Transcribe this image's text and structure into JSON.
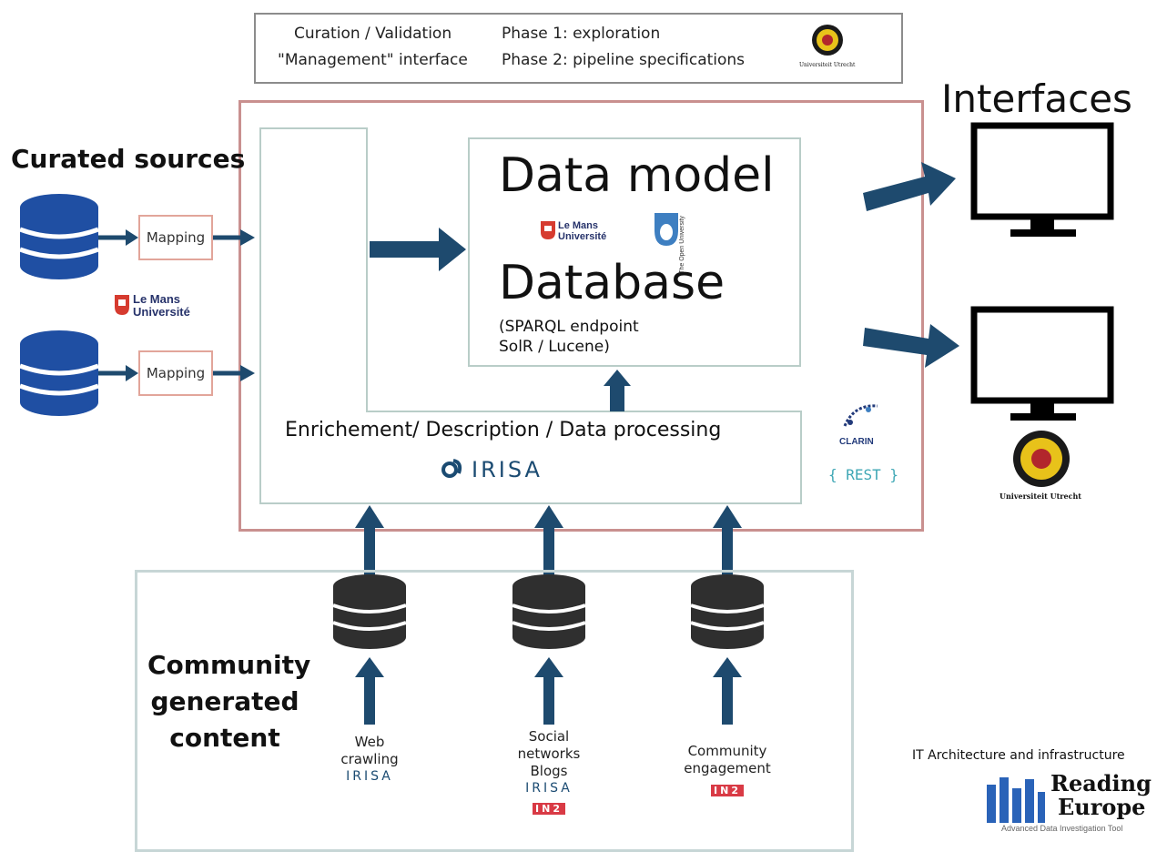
{
  "management": {
    "line1_left": "Curation / Validation",
    "line2_left": "\"Management\" interface",
    "line1_right": "Phase 1: exploration",
    "line2_right": "Phase 2: pipeline specifications",
    "seal_text": "Universiteit Utrecht"
  },
  "curated": {
    "title": "Curated sources",
    "mapping1": "Mapping",
    "mapping2": "Mapping",
    "lemans_line1": "Le Mans",
    "lemans_line2": "Université"
  },
  "datamodel": {
    "title": "Data model",
    "database": "Database",
    "endpoint_line1": "(SPARQL endpoint",
    "endpoint_line2": "SolR / Lucene)",
    "lemans_line1": "Le Mans",
    "lemans_line2": "Université",
    "open_univ": "The Open University"
  },
  "enrichment": {
    "label": "Enrichement/ Description / Data processing",
    "irisa": "IRISA",
    "clarin": "CLARIN",
    "rest": "{ REST }"
  },
  "interfaces": {
    "title": "Interfaces",
    "seal_text": "Universiteit Utrecht"
  },
  "community": {
    "title_line1": "Community",
    "title_line2": "generated",
    "title_line3": "content",
    "sources": [
      {
        "line1": "Web",
        "line2": "crawling",
        "line3": "",
        "irisa": "IRISA",
        "in2": ""
      },
      {
        "line1": "Social",
        "line2": "networks",
        "line3": "Blogs",
        "irisa": "IRISA",
        "in2": "IN2"
      },
      {
        "line1": "Community",
        "line2": "engagement",
        "line3": "",
        "irisa": "",
        "in2": "IN2"
      }
    ]
  },
  "footer": {
    "caption": "IT Architecture and infrastructure",
    "brand_line1": "Reading",
    "brand_line2": "Europe",
    "tagline": "Advanced Data Investigation Tool"
  },
  "colors": {
    "arrow": "#1e4a6e",
    "db_blue": "#1f4fa3",
    "db_dark": "#2f2f2f",
    "platform_border": "#c9908f"
  }
}
